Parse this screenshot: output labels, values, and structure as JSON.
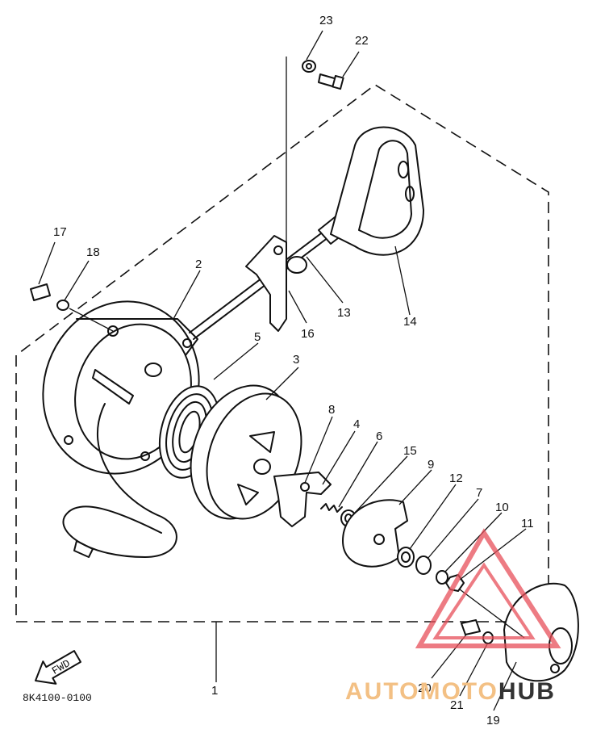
{
  "diagram_code": "8K4100-0100",
  "front_arrow_text": "FWD",
  "watermark": {
    "text_part1": "AUTO",
    "text_part2": "MOTO",
    "text_part3": "HUB",
    "color_primary": "#e8505a",
    "color_secondary": "#f3c084",
    "color_dark": "#333333"
  },
  "callouts": {
    "p1": "1",
    "p2": "2",
    "p3": "3",
    "p4": "4",
    "p5": "5",
    "p6": "6",
    "p7": "7",
    "p8": "8",
    "p9": "9",
    "p10": "10",
    "p11": "11",
    "p12": "12",
    "p13": "13",
    "p14": "14",
    "p15": "15",
    "p16": "16",
    "p17": "17",
    "p18": "18",
    "p19": "19",
    "p20": "20",
    "p21": "21",
    "p22": "22",
    "p23": "23"
  }
}
